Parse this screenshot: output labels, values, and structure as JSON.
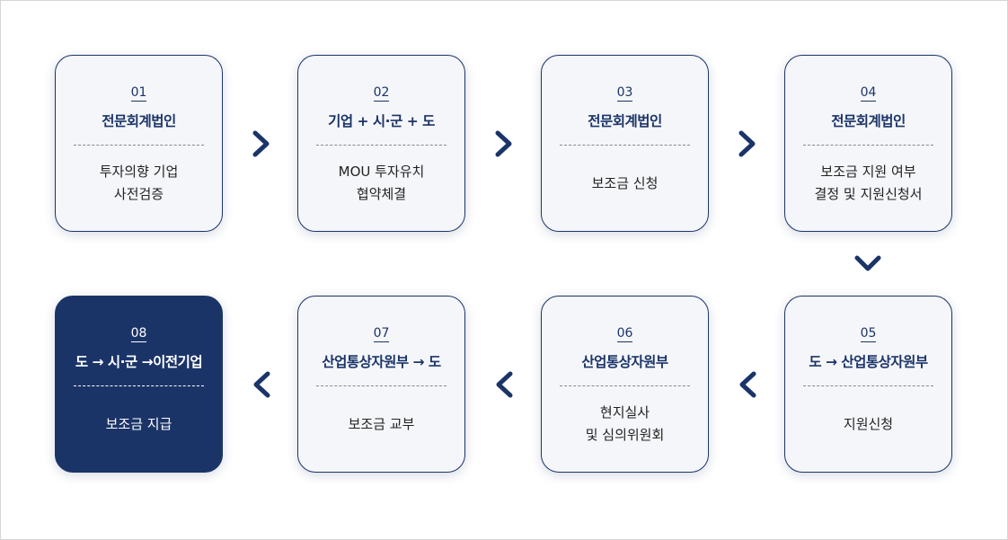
{
  "steps": [
    {
      "num": "01",
      "title": "전문회계법인",
      "desc": "투자의향 기업\n사전검증"
    },
    {
      "num": "02",
      "title": "기업 + 시·군 + 도",
      "desc": "MOU 투자유치\n협약체결"
    },
    {
      "num": "03",
      "title": "전문회계법인",
      "desc": "보조금 신청"
    },
    {
      "num": "04",
      "title": "전문회계법인",
      "desc": "보조금 지원 여부\n결정 및 지원신청서"
    },
    {
      "num": "05",
      "title": "도 → 산업통상자원부",
      "desc": "지원신청"
    },
    {
      "num": "06",
      "title": "산업통상자원부",
      "desc": "현지실사\n및 심의위원회"
    },
    {
      "num": "07",
      "title": "산업통상자원부 → 도",
      "desc": "보조금 교부"
    },
    {
      "num": "08",
      "title": "도 → 시·군 →이전기업",
      "desc": "보조금 지급"
    }
  ],
  "colors": {
    "accent": "#1b3468",
    "card_bg": "#f5f6fa"
  }
}
